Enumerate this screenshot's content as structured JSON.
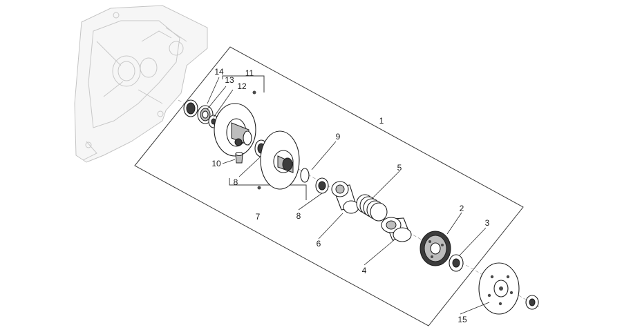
{
  "diagram": {
    "callouts": [
      {
        "id": "1",
        "label": "1"
      },
      {
        "id": "2",
        "label": "2"
      },
      {
        "id": "3",
        "label": "3"
      },
      {
        "id": "4",
        "label": "4"
      },
      {
        "id": "5",
        "label": "5"
      },
      {
        "id": "6",
        "label": "6"
      },
      {
        "id": "7",
        "label": "7"
      },
      {
        "id": "8a",
        "label": "8"
      },
      {
        "id": "8b",
        "label": "8"
      },
      {
        "id": "9",
        "label": "9"
      },
      {
        "id": "10",
        "label": "10"
      },
      {
        "id": "11",
        "label": "11"
      },
      {
        "id": "12",
        "label": "12"
      },
      {
        "id": "13",
        "label": "13"
      },
      {
        "id": "14",
        "label": "14"
      },
      {
        "id": "15",
        "label": "15"
      }
    ]
  }
}
